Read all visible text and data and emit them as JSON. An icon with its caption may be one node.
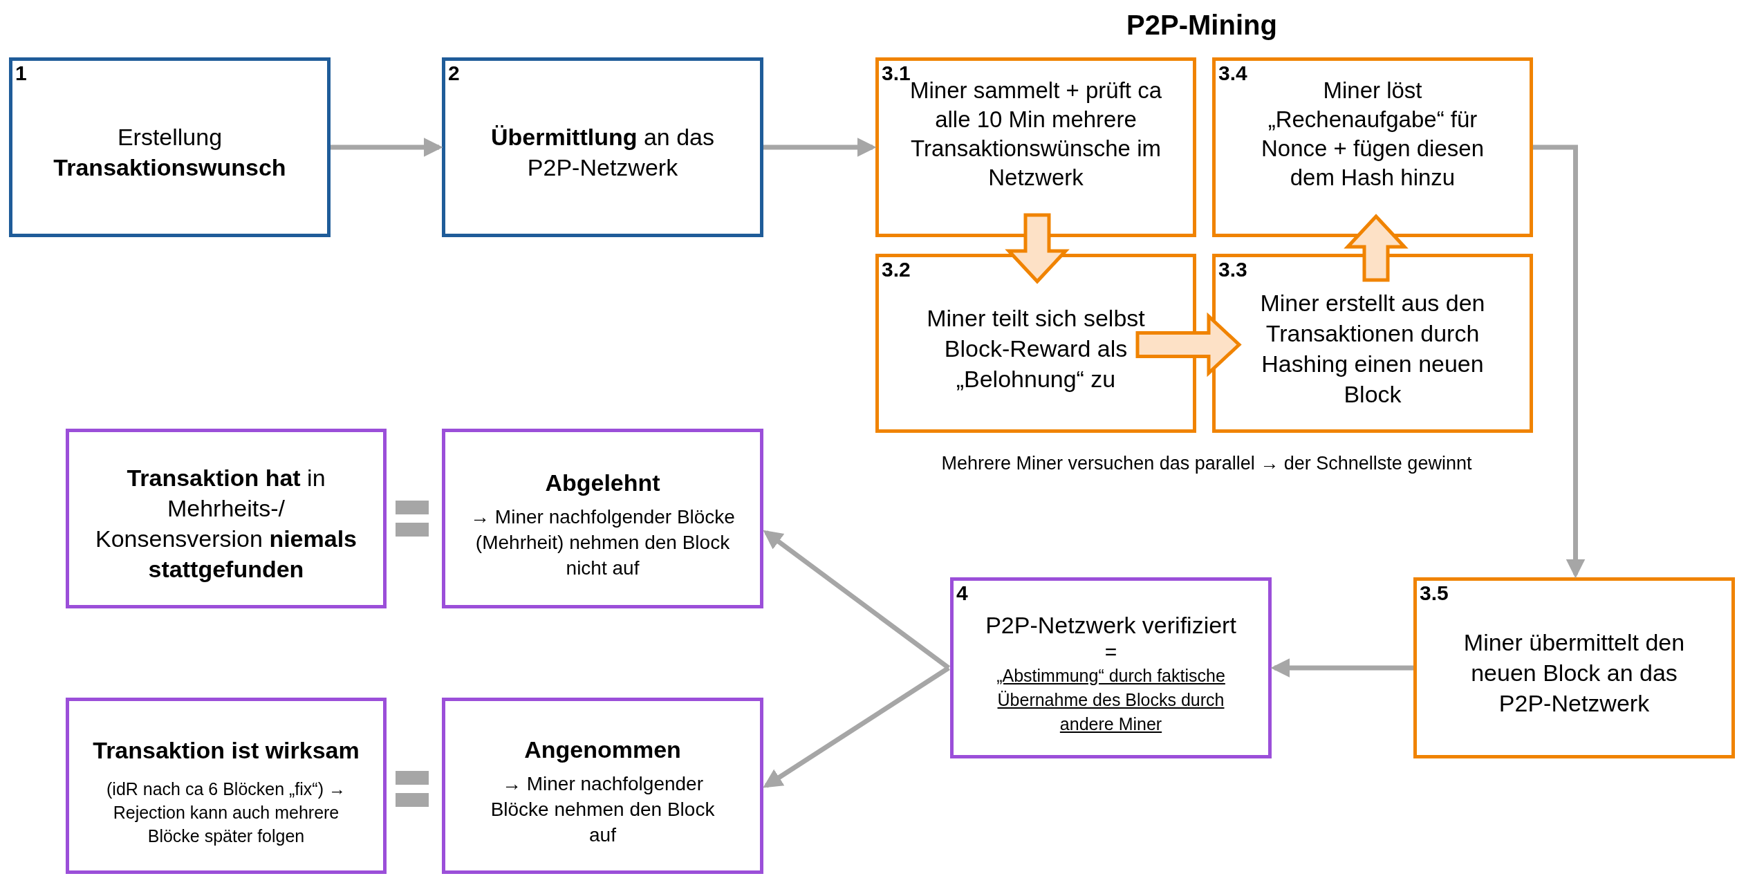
{
  "diagram": {
    "title": "P2P-Mining",
    "nodes": [
      {
        "text": [
          "1",
          "Erstellung **Transaktionswunsch**"
        ]
      },
      {
        "text": [
          "2",
          "**Übermittlung** an das P2P-Netzwerk"
        ]
      },
      {
        "text": [
          "3.1",
          "Miner sammelt + prüft ca alle 10 Min mehrere Transaktionswünsche im Netzwerk"
        ]
      },
      {
        "text": [
          "3.4",
          "Miner löst „Rechenaufgabe“ für Nonce + fügen diesen dem Hash hinzu"
        ]
      },
      {
        "text": [
          "3.2",
          "Miner teilt sich selbst Block-Reward als „Belohnung“ zu"
        ]
      },
      {
        "text": [
          "3.3",
          "Miner erstellt aus den Transaktionen durch Hashing einen neuen Block"
        ]
      },
      {
        "text": [
          "**Transaktion hat** in Mehrheits-/ Konsensversion **niemals stattgefunden**"
        ]
      },
      {
        "text": [
          "Abgelehnt",
          "→ Miner  nachfolgender Blöcke (Mehrheit) nehmen den Block nicht auf"
        ]
      },
      {
        "text": [
          "4",
          "P2P-Netzwerk verifiziert",
          "=",
          "„Abstimmung“ durch faktische Übernahme des Blocks durch andere Miner"
        ]
      },
      {
        "text": [
          "3.5",
          "Miner übermittelt den neuen Block an das P2P-Netzwerk"
        ]
      },
      {
        "text": [
          "Transaktion ist wirksam",
          "(idR nach ca 6 Blöcken „fix“) → Rejection kann auch mehrere Blöcke später folgen"
        ]
      },
      {
        "text": [
          "Angenommen",
          "→ Miner nachfolgender Blöcke nehmen den Block auf"
        ]
      }
    ],
    "edges": [
      {
        "from": 0,
        "to": 1,
        "arrow": "to"
      },
      {
        "from": 1,
        "to": 2,
        "arrow": "to"
      },
      {
        "from": 2,
        "to": 4,
        "arrow": "to",
        "style": "thick",
        "color": "#f08300"
      },
      {
        "from": 4,
        "to": 5,
        "arrow": "to",
        "style": "thick",
        "color": "#f08300"
      },
      {
        "from": 5,
        "to": 3,
        "arrow": "to",
        "style": "thick",
        "color": "#f08300"
      },
      {
        "from": 3,
        "to": 9,
        "arrow": "to"
      },
      {
        "from": 9,
        "to": 8,
        "arrow": "to"
      },
      {
        "from": 8,
        "to": 7,
        "arrow": "to"
      },
      {
        "from": 8,
        "to": 11,
        "arrow": "to"
      }
    ],
    "labels": [
      "Mehrere Miner versuchen das parallel → der Schnellste gewinnt"
    ]
  }
}
